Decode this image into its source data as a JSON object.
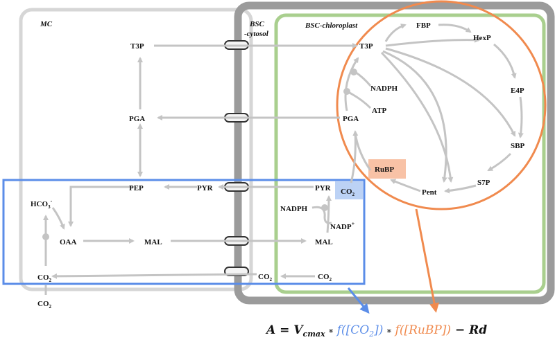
{
  "regions": {
    "mc": "MC",
    "bsc_cytosol_1": "BSC",
    "bsc_cytosol_2": "-cytosol",
    "bsc_chloroplast": "BSC-chloroplast"
  },
  "metabolites": {
    "mc_t3p": "T3P",
    "mc_pga": "PGA",
    "mc_pep": "PEP",
    "mc_pyr": "PYR",
    "mc_hco3": "HCO",
    "mc_hco3_sub": "3",
    "mc_hco3_sup": "-",
    "mc_oaa": "OAA",
    "mc_mal": "MAL",
    "mc_co2": "CO",
    "mc_co2_sub": "2",
    "mc_co2_in": "CO",
    "mc_co2_in_sub": "2",
    "bsc_t3p": "T3P",
    "bsc_pga": "PGA",
    "bsc_pyr": "PYR",
    "bsc_co2_box": "CO",
    "bsc_co2_box_sub": "2",
    "bsc_mal": "MAL",
    "bsc_co2_left": "CO",
    "bsc_co2_left_sub": "2",
    "bsc_co2_right": "CO",
    "bsc_co2_right_sub": "2",
    "nadph_cycle": "NADPH",
    "atp": "ATP",
    "nadph_me": "NADPH",
    "nadp": "NADP",
    "nadp_sup": "+",
    "fbp": "FBP",
    "hexp": "HexP",
    "e4p": "E4P",
    "sbp": "SBP",
    "s7p": "S7P",
    "pent": "Pent",
    "rubp": "RuBP"
  },
  "equation": {
    "lhs": "A",
    "eq": " = ",
    "vc": "V",
    "vc_sub": "cmax",
    "times1": " ∗ ",
    "f1": "f([CO",
    "f1_sub": "2",
    "f1_close": "])",
    "times2": " ∗ ",
    "f2": "f([RuBP])",
    "minus": " − ",
    "rd": "Rd"
  },
  "colors": {
    "mc_box": "#d6d6d6",
    "bsc_box": "#9b9b9b",
    "chloroplast_box": "#a9cf8e",
    "c4_box": "#5b8de8",
    "calvin_circle": "#f08a4e",
    "rubp_fill": "#f8c2a6",
    "co2_fill": "#bcd2f5",
    "arrow": "#c4c4c4",
    "eq_blue": "#5b8de8",
    "eq_orange": "#f08a4e"
  }
}
